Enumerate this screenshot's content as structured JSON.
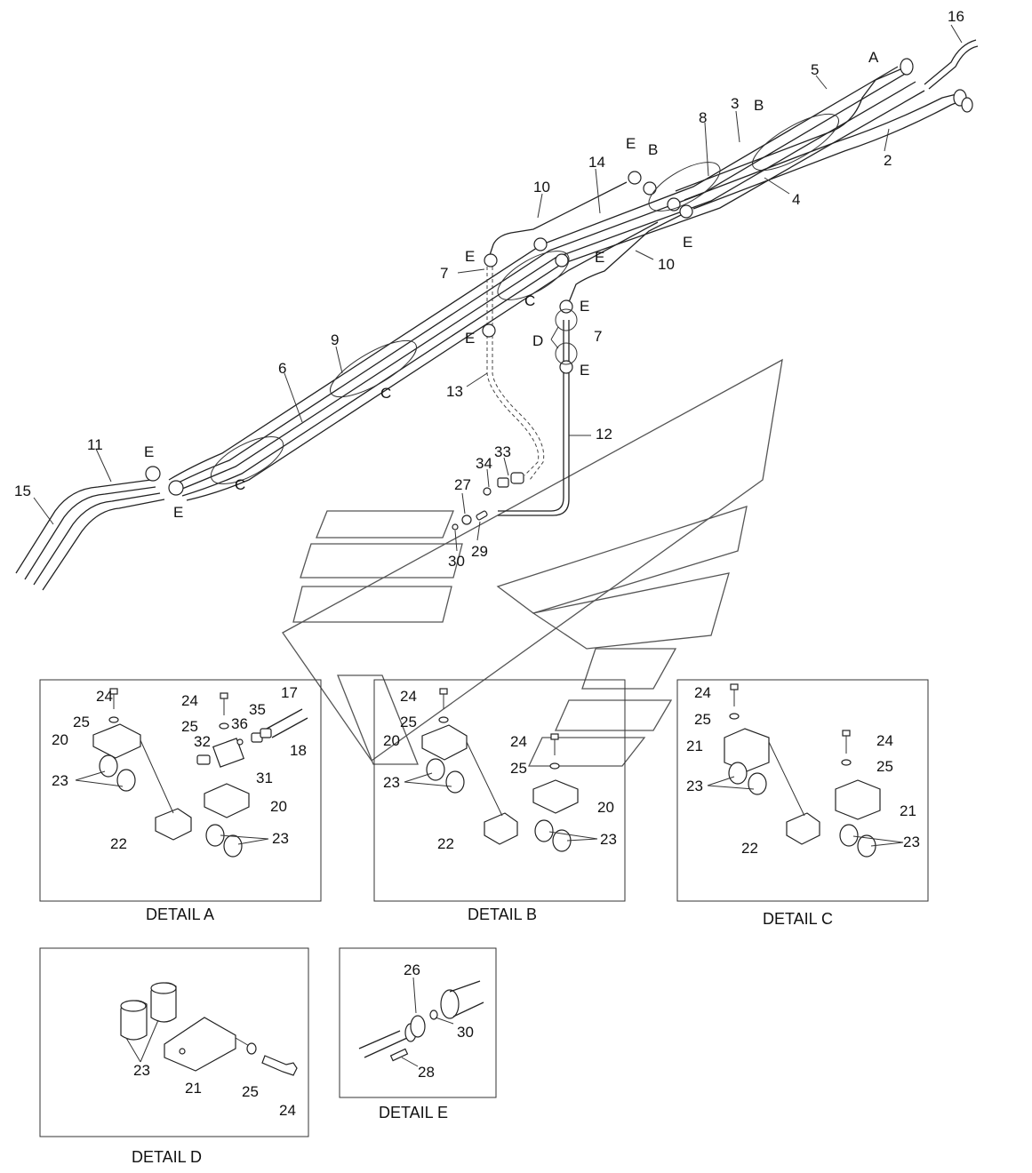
{
  "callouts": {
    "n1": "16",
    "n2": "5",
    "n3": "3",
    "n4": "8",
    "n5": "2",
    "n6": "4",
    "n7": "14",
    "n8": "10",
    "n9": "7",
    "n10": "10",
    "n11": "7",
    "n12": "9",
    "n13": "6",
    "n14": "13",
    "n15": "12",
    "n16": "11",
    "n17": "15",
    "n18": "34",
    "n19": "33",
    "n20": "27",
    "n21": "30",
    "n22": "29"
  },
  "detail_refs": {
    "A": "A",
    "B1": "B",
    "B2": "B",
    "C1": "C",
    "C2": "C",
    "C3": "C",
    "D": "D",
    "E1": "E",
    "E2": "E",
    "E3": "E",
    "E4": "E",
    "E5": "E",
    "E6": "E",
    "E7": "E",
    "E8": "E",
    "E9": "E",
    "E10": "E"
  },
  "detail_a": {
    "caption": "DETAIL A",
    "labels": {
      "l24a": "24",
      "l25a": "25",
      "l20a": "20",
      "l23a": "23",
      "l22": "22",
      "l24b": "24",
      "l25b": "25",
      "l32": "32",
      "l36": "36",
      "l35": "35",
      "l17": "17",
      "l18": "18",
      "l31": "31",
      "l20b": "20",
      "l23b": "23"
    }
  },
  "detail_b": {
    "caption": "DETAIL B",
    "labels": {
      "l24a": "24",
      "l25a": "25",
      "l20a": "20",
      "l23a": "23",
      "l22": "22",
      "l24b": "24",
      "l25b": "25",
      "l20b": "20",
      "l23b": "23"
    }
  },
  "detail_c": {
    "caption": "DETAIL C",
    "labels": {
      "l24a": "24",
      "l25a": "25",
      "l21a": "21",
      "l23a": "23",
      "l22": "22",
      "l24b": "24",
      "l25b": "25",
      "l21b": "21",
      "l23b": "23"
    }
  },
  "detail_d": {
    "caption": "DETAIL D",
    "labels": {
      "l23": "23",
      "l21": "21",
      "l25": "25",
      "l24": "24"
    }
  },
  "detail_e": {
    "caption": "DETAIL E",
    "labels": {
      "l26": "26",
      "l30": "30",
      "l28": "28"
    }
  }
}
